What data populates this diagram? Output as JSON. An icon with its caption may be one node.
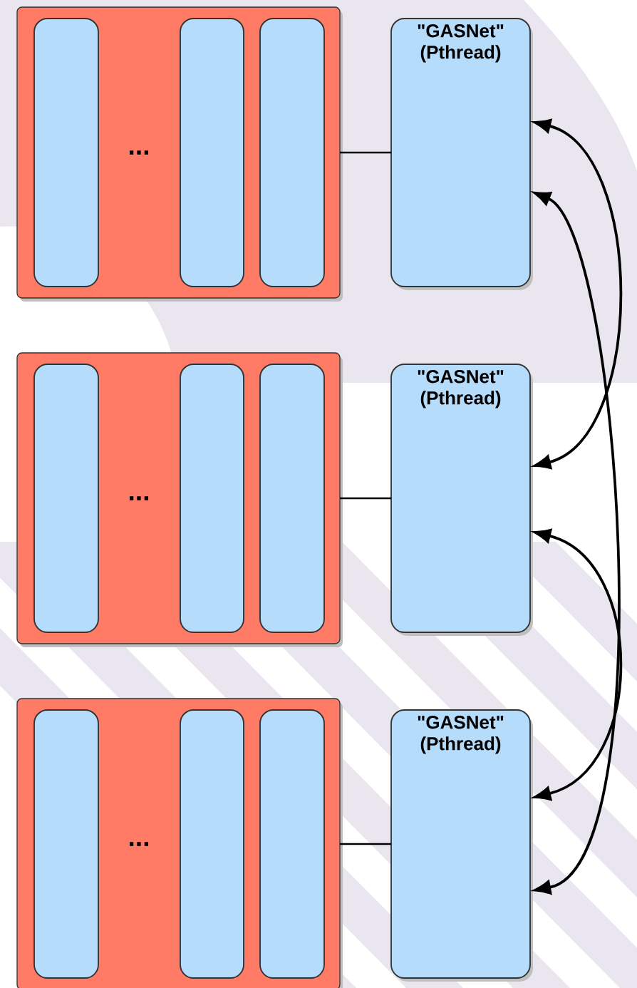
{
  "diagram": {
    "nodes": [
      {
        "text": [
          "..."
        ]
      },
      {
        "text": [],
        "shape": "box",
        "in": 0
      },
      {
        "text": [],
        "shape": "box",
        "in": 0
      },
      {
        "text": [],
        "shape": "box",
        "in": 0
      },
      {
        "text": [
          "\"GASNet\" (Pthread)"
        ]
      },
      {
        "text": [
          "..."
        ]
      },
      {
        "text": [],
        "shape": "box",
        "in": 5
      },
      {
        "text": [],
        "shape": "box",
        "in": 5
      },
      {
        "text": [],
        "shape": "box",
        "in": 5
      },
      {
        "text": [
          "\"GASNet\" (Pthread)"
        ]
      },
      {
        "text": [
          "..."
        ]
      },
      {
        "text": [],
        "shape": "box",
        "in": 10
      },
      {
        "text": [],
        "shape": "box",
        "in": 10
      },
      {
        "text": [],
        "shape": "box",
        "in": 10
      },
      {
        "text": [
          "\"GASNet\" (Pthread)"
        ]
      }
    ],
    "edges": [
      {
        "from": 0,
        "to": 4,
        "arrow": "none"
      },
      {
        "from": 5,
        "to": 9,
        "arrow": "none"
      },
      {
        "from": 10,
        "to": 14,
        "arrow": "none"
      },
      {
        "from": 4,
        "to": 9,
        "arrow": "both"
      },
      {
        "from": 4,
        "to": 14,
        "arrow": "both"
      },
      {
        "from": 9,
        "to": 14,
        "arrow": "both"
      }
    ]
  }
}
